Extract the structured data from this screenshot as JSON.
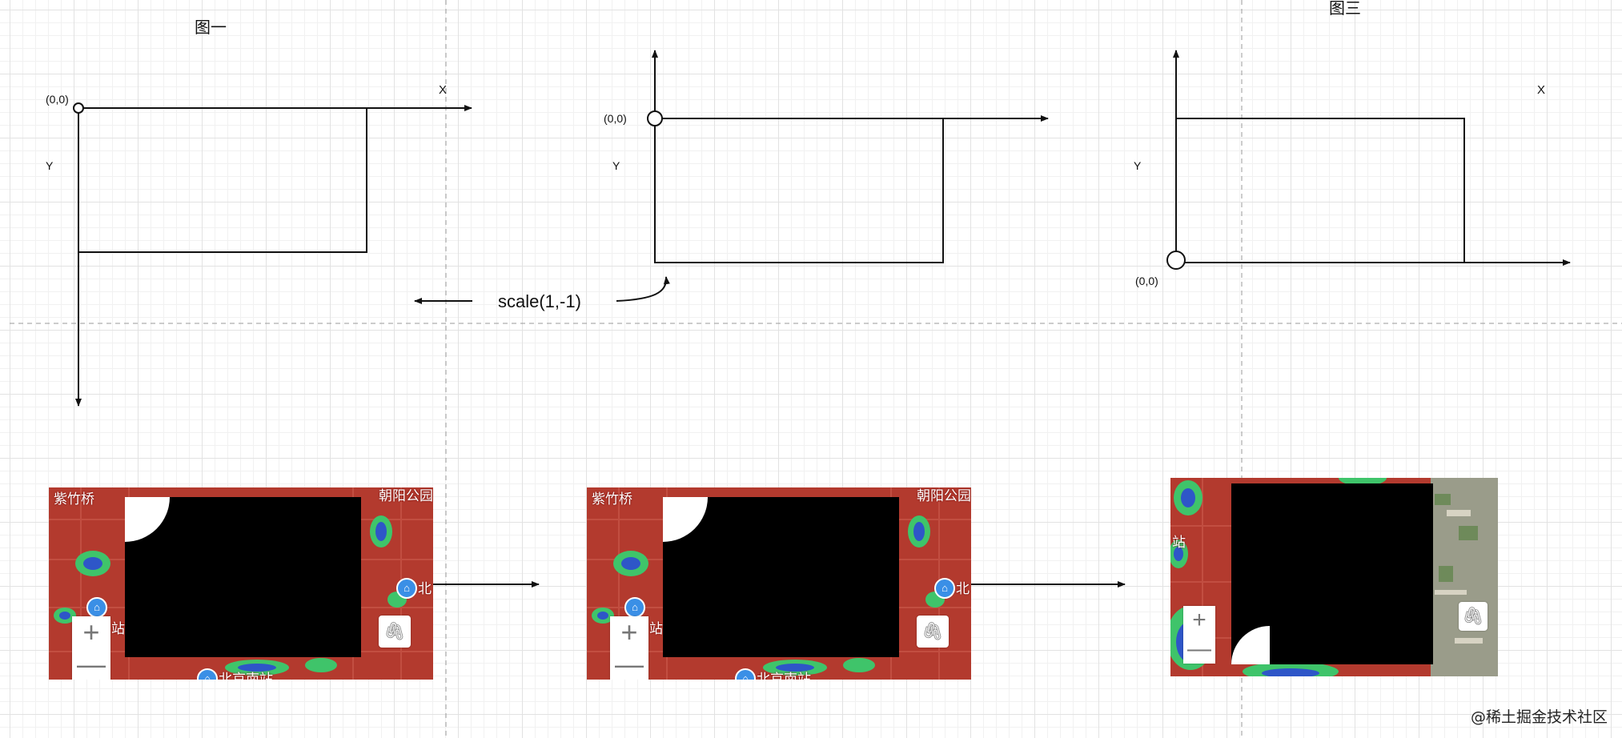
{
  "figures": {
    "fig1": {
      "title": "图一",
      "origin_label": "(0,0)",
      "x_label": "X",
      "y_label": "Y"
    },
    "fig2": {
      "origin_label": "(0,0)",
      "y_label": "Y"
    },
    "fig3": {
      "title": "图三",
      "origin_label": "(0,0)",
      "x_label": "X",
      "y_label": "Y"
    }
  },
  "transform_label": "scale(1,-1)",
  "maps": [
    {
      "labels": {
        "top_left": "紫竹桥",
        "top_right": "朝阳公园",
        "mid_right": "北",
        "mid_left": "站",
        "bottom": "北京南站"
      },
      "zoom": [
        "+",
        "—"
      ],
      "clip_icon": "paperclip-icon"
    },
    {
      "labels": {
        "top_left": "紫竹桥",
        "top_right": "朝阳公园",
        "mid_right": "北",
        "mid_left": "站",
        "bottom": "北京南站"
      },
      "zoom": [
        "+",
        "—"
      ],
      "clip_icon": "paperclip-icon"
    },
    {
      "labels": {
        "mid_left": "站"
      },
      "zoom": [
        "+",
        "—"
      ],
      "clip_icon": "paperclip-icon"
    }
  ],
  "watermark": "@稀土掘金技术社区",
  "colors": {
    "line": "#111111",
    "map_red": "#b33a2e",
    "heat_blue": "#2e56c8",
    "heat_green": "#3fc46a"
  }
}
